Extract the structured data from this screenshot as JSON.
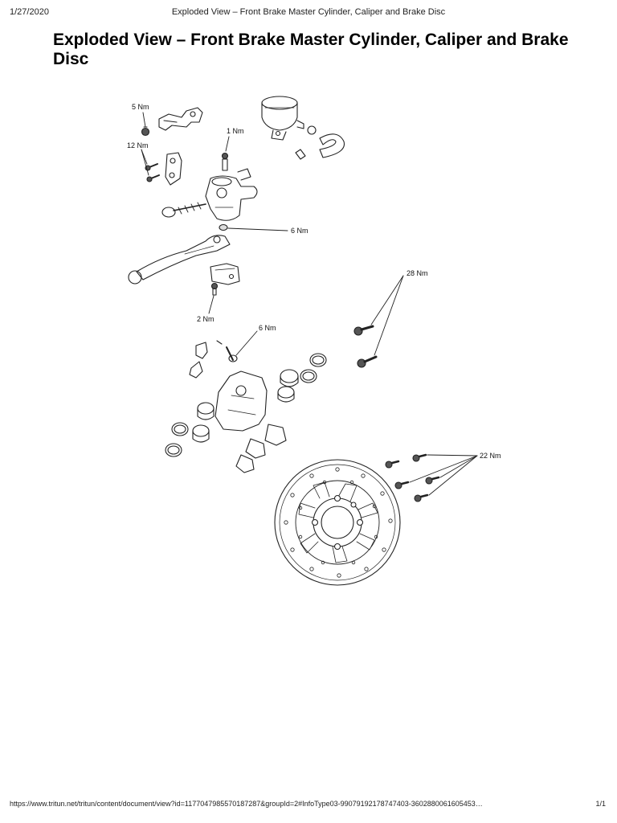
{
  "print_header": {
    "date": "1/27/2020",
    "doc_title": "Exploded View – Front Brake Master Cylinder, Caliper and Brake Disc"
  },
  "page_title": "Exploded View – Front Brake Master Cylinder, Caliper and Brake Disc",
  "torque_labels": {
    "bracket_screw": "5 Nm",
    "clamp_screws": "12 Nm",
    "reservoir_screw": "1 Nm",
    "lever_nut": "6 Nm",
    "switch_screw": "2 Nm",
    "caliper_bolts": "28 Nm",
    "bleed_nipple": "6 Nm",
    "disc_bolts": "22 Nm"
  },
  "print_footer": {
    "url": "https://www.tritun.net/tritun/content/document/view?id=1177047985570187287&groupId=2#InfoType03-99079192178747403-3602880061605453…",
    "page": "1/1"
  }
}
